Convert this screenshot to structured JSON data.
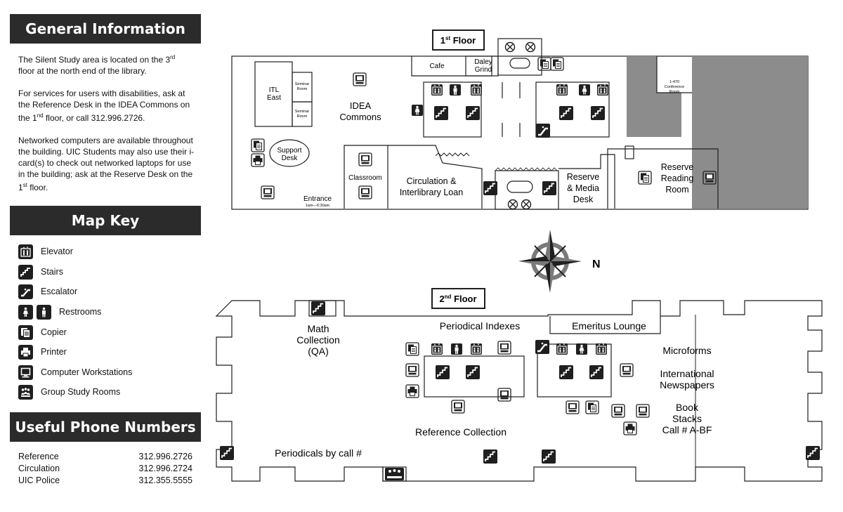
{
  "sidebar": {
    "general_title": "General Information",
    "info_1a": "The Silent Study area is located on the 3",
    "info_1_sup": "rd",
    "info_1b": "floor at the north end of the library.",
    "info_2a": "For services for users with disabilities, ask at the Reference Desk in the IDEA Commons on the 1",
    "info_2_sup": "nd",
    "info_2b": " floor, or call 312.996.2726.",
    "info_3a": "Networked computers are available throughout the building. UIC Students may also use their i-card(s) to check out networked laptops for use in the building; ask at the Reserve Desk on the 1",
    "info_3_sup": "st",
    "info_3b": " floor.",
    "key_title": "Map Key",
    "key_items": [
      {
        "label": "Elevator",
        "icon": "elevator-icon"
      },
      {
        "label": "Stairs",
        "icon": "stairs-icon"
      },
      {
        "label": "Escalator",
        "icon": "escalator-icon"
      },
      {
        "label": "Restrooms",
        "icon": "restroom-icon"
      },
      {
        "label": "Copier",
        "icon": "copier-icon"
      },
      {
        "label": "Printer",
        "icon": "printer-icon"
      },
      {
        "label": "Computer Workstations",
        "icon": "computer-icon"
      },
      {
        "label": "Group Study Rooms",
        "icon": "group-study-icon"
      }
    ],
    "phone_title": "Useful Phone Numbers",
    "phones": [
      {
        "name": "Reference",
        "number": "312.996.2726"
      },
      {
        "name": "Circulation",
        "number": "312.996.2724"
      },
      {
        "name": "UIC Police",
        "number": "312.355.5555"
      }
    ]
  },
  "floor1": {
    "title_a": "1",
    "title_sup": "st",
    "title_b": " Floor",
    "itl": [
      "ITL",
      "East"
    ],
    "seminar": [
      "Seminar",
      "Room"
    ],
    "idea": [
      "IDEA",
      "Commons"
    ],
    "support": [
      "Support",
      "Desk"
    ],
    "classroom": "Classroom",
    "entrance": "Entrance",
    "entrance_hours": "1am—6:30am",
    "cafe": "Cafe",
    "daley": [
      "Daley",
      "Grind"
    ],
    "circulation": [
      "Circulation &",
      "Interlibrary Loan"
    ],
    "reserve_media": [
      "Reserve",
      "& Media",
      "Desk"
    ],
    "reserve_reading": [
      "Reserve",
      "Reading",
      "Room"
    ],
    "conference": [
      "1-470",
      "Conference",
      "Room"
    ]
  },
  "floor2": {
    "title_a": "2",
    "title_sup": "nd",
    "title_b": " Floor",
    "math": [
      "Math",
      "Collection",
      "(QA)"
    ],
    "periodical_indexes": "Periodical Indexes",
    "emeritus": "Emeritus Lounge",
    "microforms": "Microforms",
    "intl_news": [
      "International",
      "Newspapers"
    ],
    "book_stacks": [
      "Book",
      "Stacks",
      "Call # A-BF"
    ],
    "reference": "Reference Collection",
    "periodicals": "Periodicals by call #"
  },
  "compass_label": "N",
  "colors": {
    "header_bg": "#2b2b2b",
    "icon_bg": "#1f1f1f",
    "gray_area": "#8c8c8c",
    "compass": "#7a7a7a"
  }
}
